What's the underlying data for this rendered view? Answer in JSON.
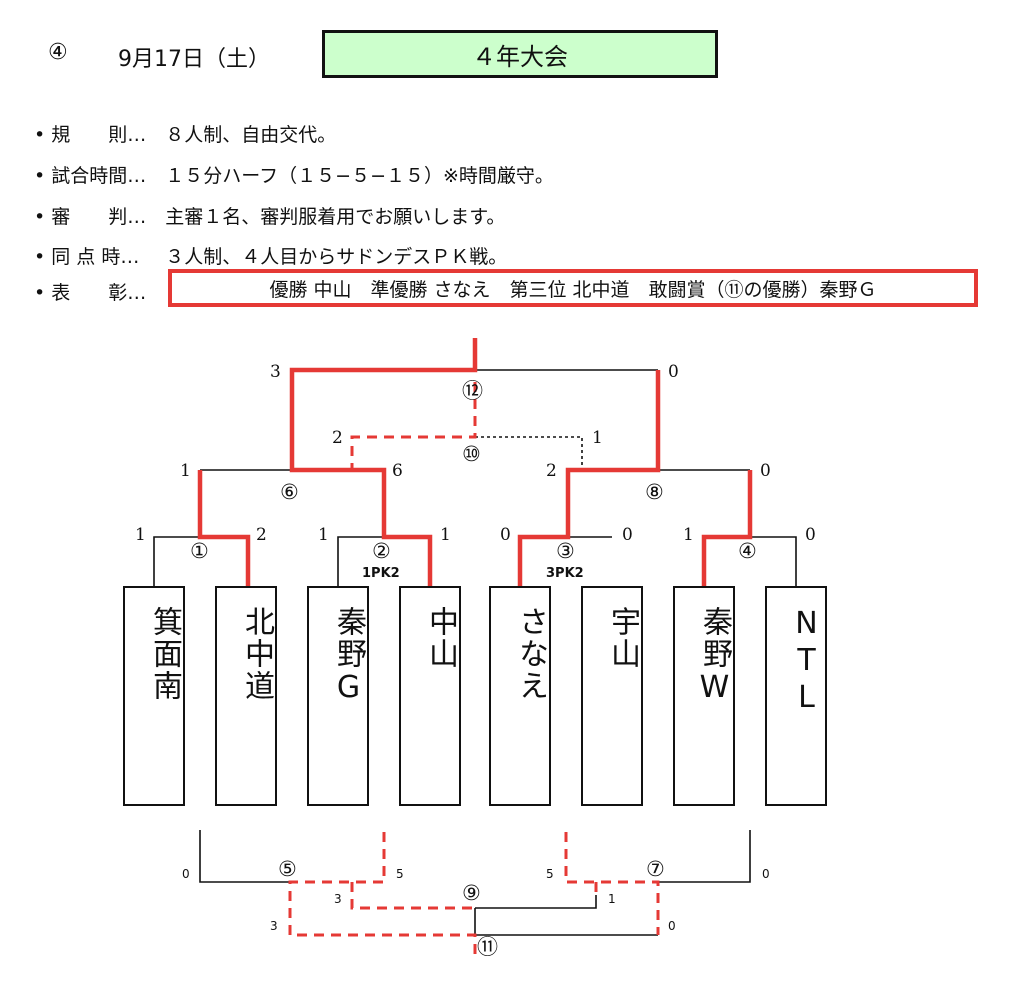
{
  "header": {
    "circle_num": "④",
    "date": "9月17日（土）",
    "title": "４年大会"
  },
  "rules": [
    {
      "label": "規　　則…",
      "text": "８人制、自由交代。"
    },
    {
      "label": "試合時間…",
      "text": "１５分ハーフ（１５−５−１５）※時間厳守。"
    },
    {
      "label": "審　　判…",
      "text": "主審１名、審判服着用でお願いします。"
    },
    {
      "label": "同 点 時…",
      "text": "３人制、４人目からサドンデスＰＫ戦。"
    },
    {
      "label": "表　　彰…",
      "text": ""
    }
  ],
  "award": "優勝 中山　準優勝 さなえ　第三位 北中道　敢闘賞（⑪の優勝）秦野Ｇ",
  "teams": [
    "箕面南",
    "北中道",
    "秦野G",
    "中山",
    "さなえ",
    "宇山",
    "秦野W",
    "NTL"
  ],
  "matches": {
    "m1": {
      "label": "①",
      "score_left": "1",
      "score_right": "2"
    },
    "m2": {
      "label": "②",
      "score_left": "1",
      "score_right": "1",
      "pk": "1PK2"
    },
    "m3": {
      "label": "③",
      "score_left": "0",
      "score_right": "0",
      "pk": "3PK2"
    },
    "m4": {
      "label": "④",
      "score_left": "1",
      "score_right": "0"
    },
    "m6": {
      "label": "⑥",
      "score_left": "1",
      "score_right": "6"
    },
    "m8": {
      "label": "⑧",
      "score_left": "2",
      "score_right": "0"
    },
    "m10": {
      "label": "⑩",
      "score_left": "2",
      "score_right": "1"
    },
    "m12": {
      "label": "⑫",
      "score_left": "3",
      "score_right": "0"
    },
    "m5": {
      "label": "⑤",
      "score_left": "0",
      "score_right": "5"
    },
    "m7": {
      "label": "⑦",
      "score_left": "5",
      "score_right": "0"
    },
    "m9": {
      "label": "⑨",
      "score_left": "3",
      "score_right": "1"
    },
    "m11": {
      "label": "⑪",
      "score_left": "3",
      "score_right": "0"
    }
  },
  "colors": {
    "accent": "#e53935",
    "title_bg": "#ccffcc",
    "line": "#111111"
  }
}
